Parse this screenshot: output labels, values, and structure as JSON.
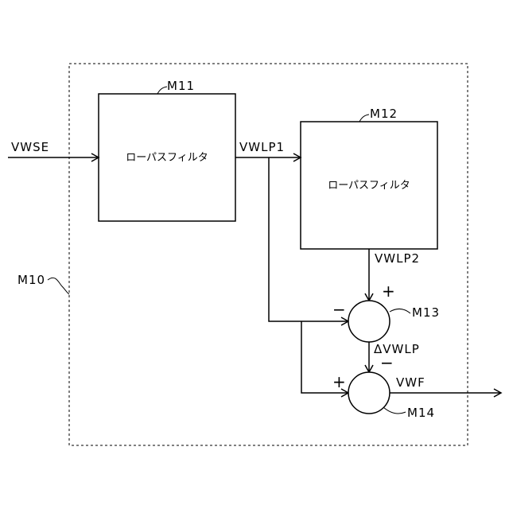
{
  "signals": {
    "input": "VWSE",
    "lpf1_out": "VWLP1",
    "lpf2_out": "VWLP2",
    "diff": "ΔVWLP",
    "output": "VWF"
  },
  "blocks": {
    "m11": {
      "ref": "M11",
      "label": "ローパスフィルタ"
    },
    "m12": {
      "ref": "M12",
      "label": "ローパスフィルタ"
    }
  },
  "nodes": {
    "m13": {
      "ref": "M13",
      "top_sign": "+",
      "left_sign": "−"
    },
    "m14": {
      "ref": "M14",
      "top_sign": "−",
      "left_sign": "+"
    }
  },
  "group": {
    "ref": "M10"
  }
}
